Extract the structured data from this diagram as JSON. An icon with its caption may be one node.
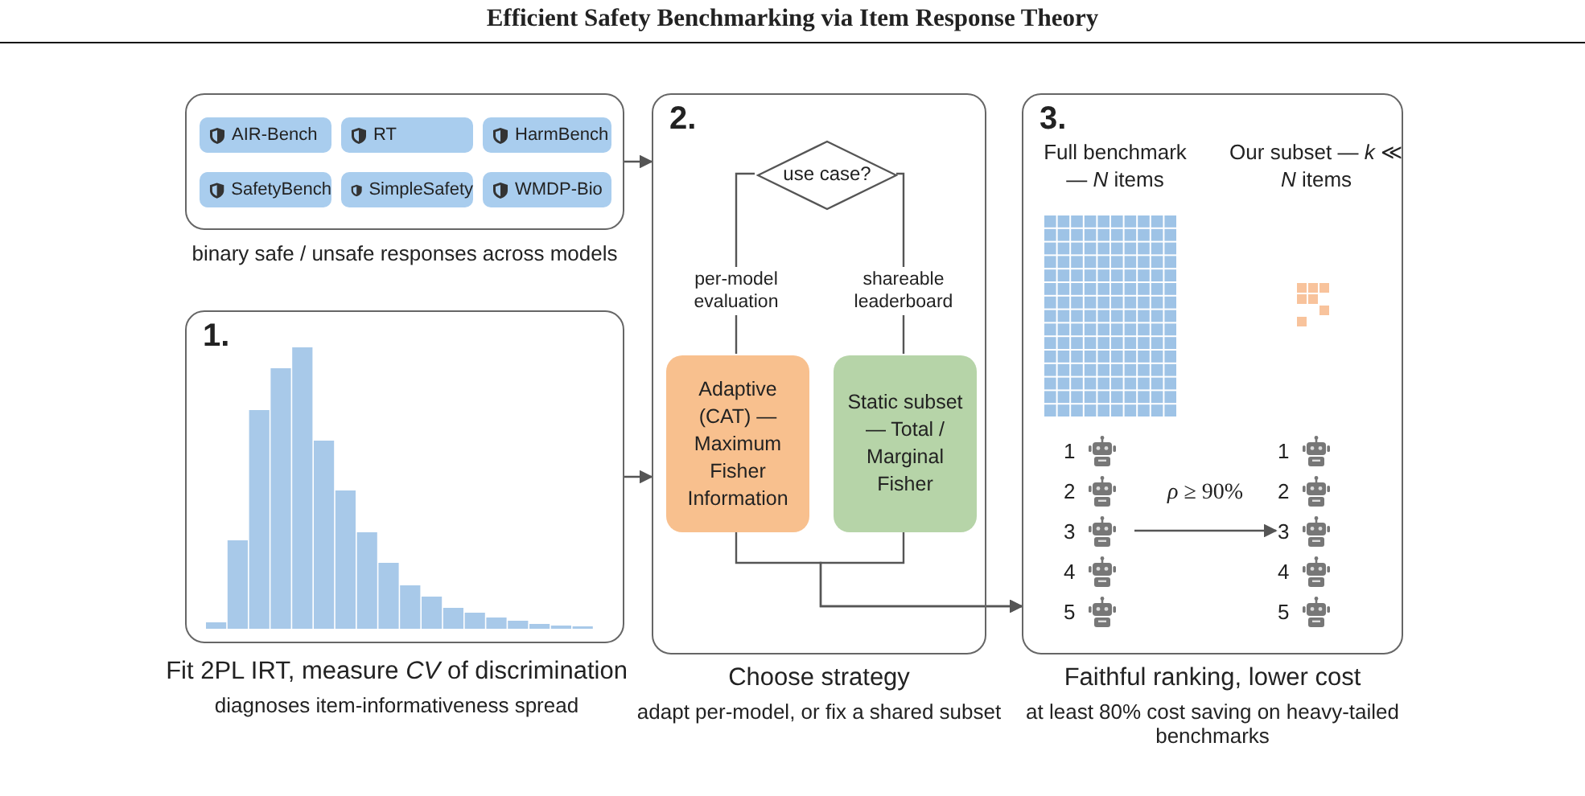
{
  "diagram": {
    "title": "Efficient Safety Benchmarking via Item Response Theory",
    "nodes": [
      {
        "text": [],
        "shape": "box",
        "beside": [
          "binary safe / unsafe responses across models"
        ]
      },
      {
        "text": [
          "AIR-Bench"
        ],
        "in": 0
      },
      {
        "text": [
          "RT"
        ],
        "in": 0
      },
      {
        "text": [
          "HarmBench"
        ],
        "in": 0
      },
      {
        "text": [
          "SafetyBench"
        ],
        "in": 0
      },
      {
        "text": [
          "SimpleSafety"
        ],
        "in": 0
      },
      {
        "text": [
          "WMDP-Bio"
        ],
        "in": 0
      },
      {
        "text": [
          "1."
        ],
        "beside": [
          "Fit 2PL IRT, measure *CV* of discrimination",
          "diagnoses item-informativeness spread"
        ]
      },
      {
        "text": [
          "2."
        ],
        "beside": [
          "Choose strategy",
          "adapt per-model, or fix a shared subset"
        ]
      },
      {
        "text": [
          "use case?"
        ],
        "in": 8
      },
      {
        "text": [
          "Adaptive (CAT) — Maximum Fisher Information"
        ],
        "in": 8
      },
      {
        "text": [
          "Static subset — Total / Marginal Fisher"
        ],
        "in": 8
      },
      {
        "text": [
          "3."
        ],
        "beside": [
          "Faithful ranking, lower cost",
          "at least 80% cost saving on heavy-tailed benchmarks"
        ]
      },
      {
        "text": [
          "1",
          "2",
          "3",
          "4",
          "5"
        ],
        "in": 12
      },
      {
        "text": [
          "1",
          "2",
          "3",
          "4",
          "5"
        ],
        "in": 12
      }
    ],
    "edges": [
      {
        "from": 0,
        "to": 8,
        "arrow": "to"
      },
      {
        "from": 7,
        "to": 8,
        "arrow": "to"
      },
      {
        "from": 9,
        "to": 10,
        "arrow": "none",
        "label": "per-model evaluation"
      },
      {
        "from": 9,
        "to": 11,
        "arrow": "none",
        "label": "shareable leaderboard"
      },
      {
        "from": 10,
        "to": 12,
        "arrow": "to"
      },
      {
        "from": 11,
        "to": 12,
        "arrow": "to"
      },
      {
        "from": 13,
        "to": 14,
        "arrow": "to",
        "label": "*ρ* ≥ 90%"
      }
    ],
    "labels": [
      "Full benchmark — *N* items",
      "Our subset — *k* ≪ *N* items"
    ]
  }
}
